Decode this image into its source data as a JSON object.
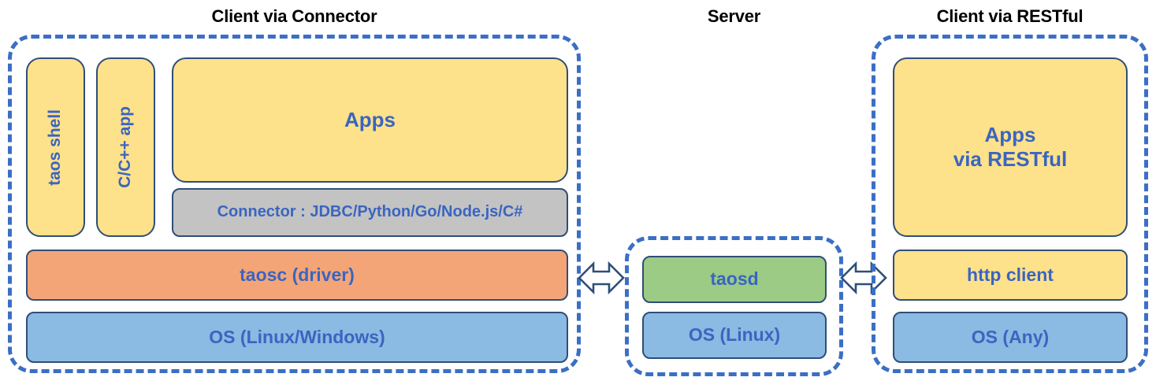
{
  "diagram": {
    "title_color": "#000000",
    "box_text_color": "#3A65C0",
    "box_border_color": "#2F4E77",
    "dashed_border_color": "#3B6FC4",
    "palette": {
      "yellow": "#FEE18B",
      "orange": "#F4A577",
      "blue": "#8BBAE2",
      "green": "#9BCB85",
      "gray": "#C3C3C3"
    }
  },
  "sections": {
    "client_connector": {
      "title": "Client via Connector",
      "boxes": {
        "taos_shell": "taos shell",
        "c_cpp_app": "C/C++ app",
        "apps": "Apps",
        "connector": "Connector : JDBC/Python/Go/Node.js/C#",
        "taosc": "taosc (driver)",
        "os": "OS (Linux/Windows)"
      }
    },
    "server": {
      "title": "Server",
      "boxes": {
        "taosd": "taosd",
        "os": "OS (Linux)"
      }
    },
    "client_restful": {
      "title": "Client via RESTful",
      "boxes": {
        "apps": "Apps\nvia RESTful",
        "http_client": "http client",
        "os": "OS (Any)"
      }
    }
  },
  "connectors": {
    "left_arrow": "double-headed-arrow",
    "right_arrow": "double-headed-arrow"
  }
}
